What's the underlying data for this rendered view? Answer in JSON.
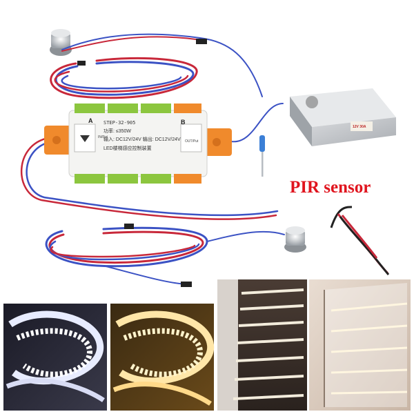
{
  "product": {
    "sensor_label": "PIR sensor",
    "controller": {
      "model": "STEP-32-905",
      "power_line": "功率: ≤350W",
      "input_line": "输入: DC12V/24V  输出: DC12V/24V",
      "title_cn": "LED楼梯感应控制装置",
      "side_a": "A",
      "side_b": "B",
      "port_in": "IN/Put",
      "port_out": "OUT/Put"
    }
  },
  "colors": {
    "label_red": "#e0141e",
    "wire_red": "#c8283a",
    "wire_blue": "#3b52c4",
    "terminal_green": "#8cc63f",
    "terminal_orange": "#f08a2c",
    "controller_white": "#f4f4f2"
  },
  "photos": [
    {
      "name": "cool-white-strip"
    },
    {
      "name": "warm-white-strip"
    },
    {
      "name": "stair-lights"
    },
    {
      "name": "glass-stair"
    }
  ]
}
